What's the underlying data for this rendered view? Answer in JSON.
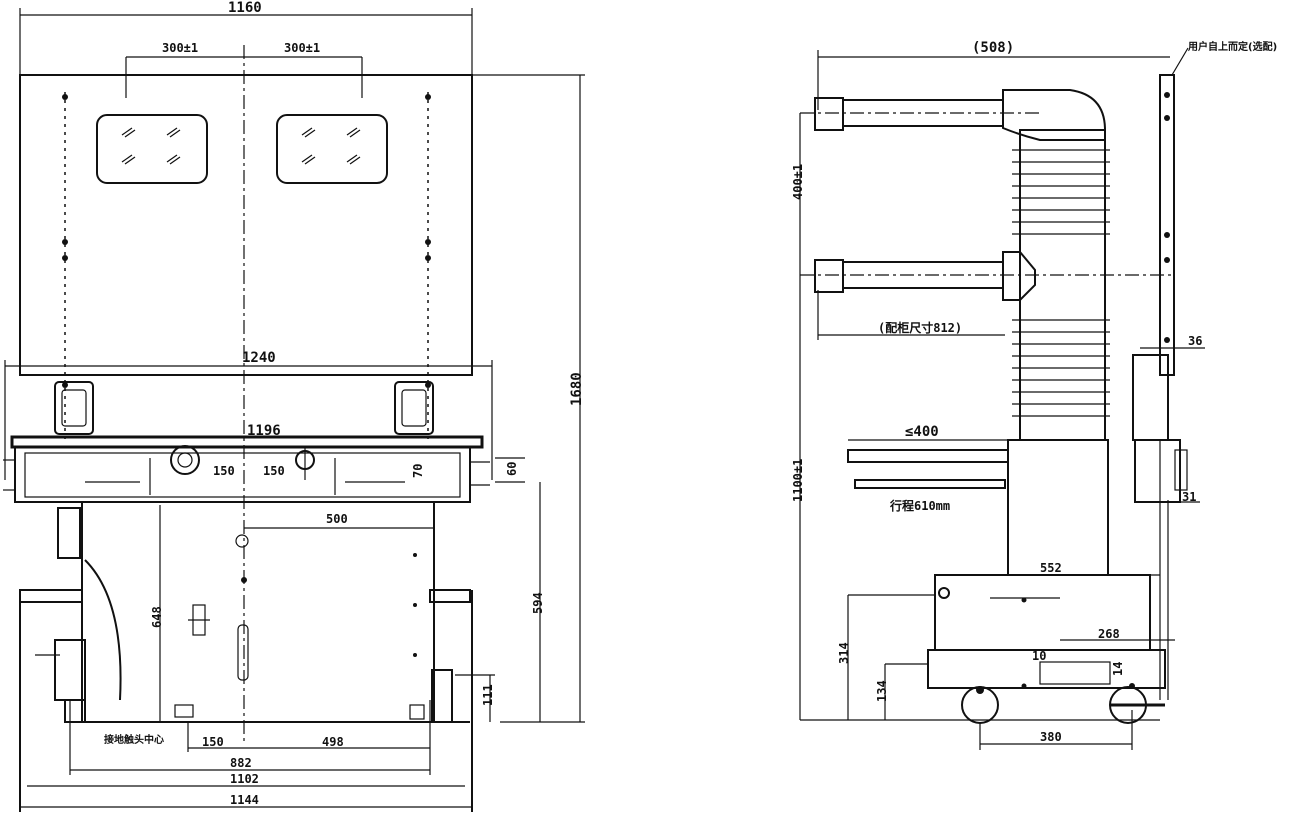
{
  "front_view": {
    "dims": {
      "overall_width": "1160",
      "bushing_spacing_left": "300±1",
      "bushing_spacing_right": "300±1",
      "frame_width": "1240",
      "rail_width": "1196",
      "offset_a": "150",
      "offset_b": "150",
      "offset_70": "70",
      "offset_60": "60",
      "offset_500": "500",
      "height_648": "648",
      "height_594": "594",
      "height_111": "111",
      "height_1680": "1680",
      "bottom_150": "150",
      "bottom_498": "498",
      "width_882": "882",
      "width_1102": "1102",
      "width_1144": "1144"
    },
    "note_center": "接地触头中心"
  },
  "side_view": {
    "dims": {
      "depth_508": "(508)",
      "height_400": "400±1",
      "height_1100": "1100±1",
      "bushing_depth_812": "(配柜尺寸812)",
      "less_400": "≤400",
      "stroke": "行程610mm",
      "offset_36": "36",
      "offset_31": "31",
      "base_552": "552",
      "base_268": "268",
      "base_10": "10",
      "base_14": "14",
      "height_314": "314",
      "height_134": "134",
      "wheel_380": "380"
    },
    "note_top": "用户自上而定(选配)"
  }
}
